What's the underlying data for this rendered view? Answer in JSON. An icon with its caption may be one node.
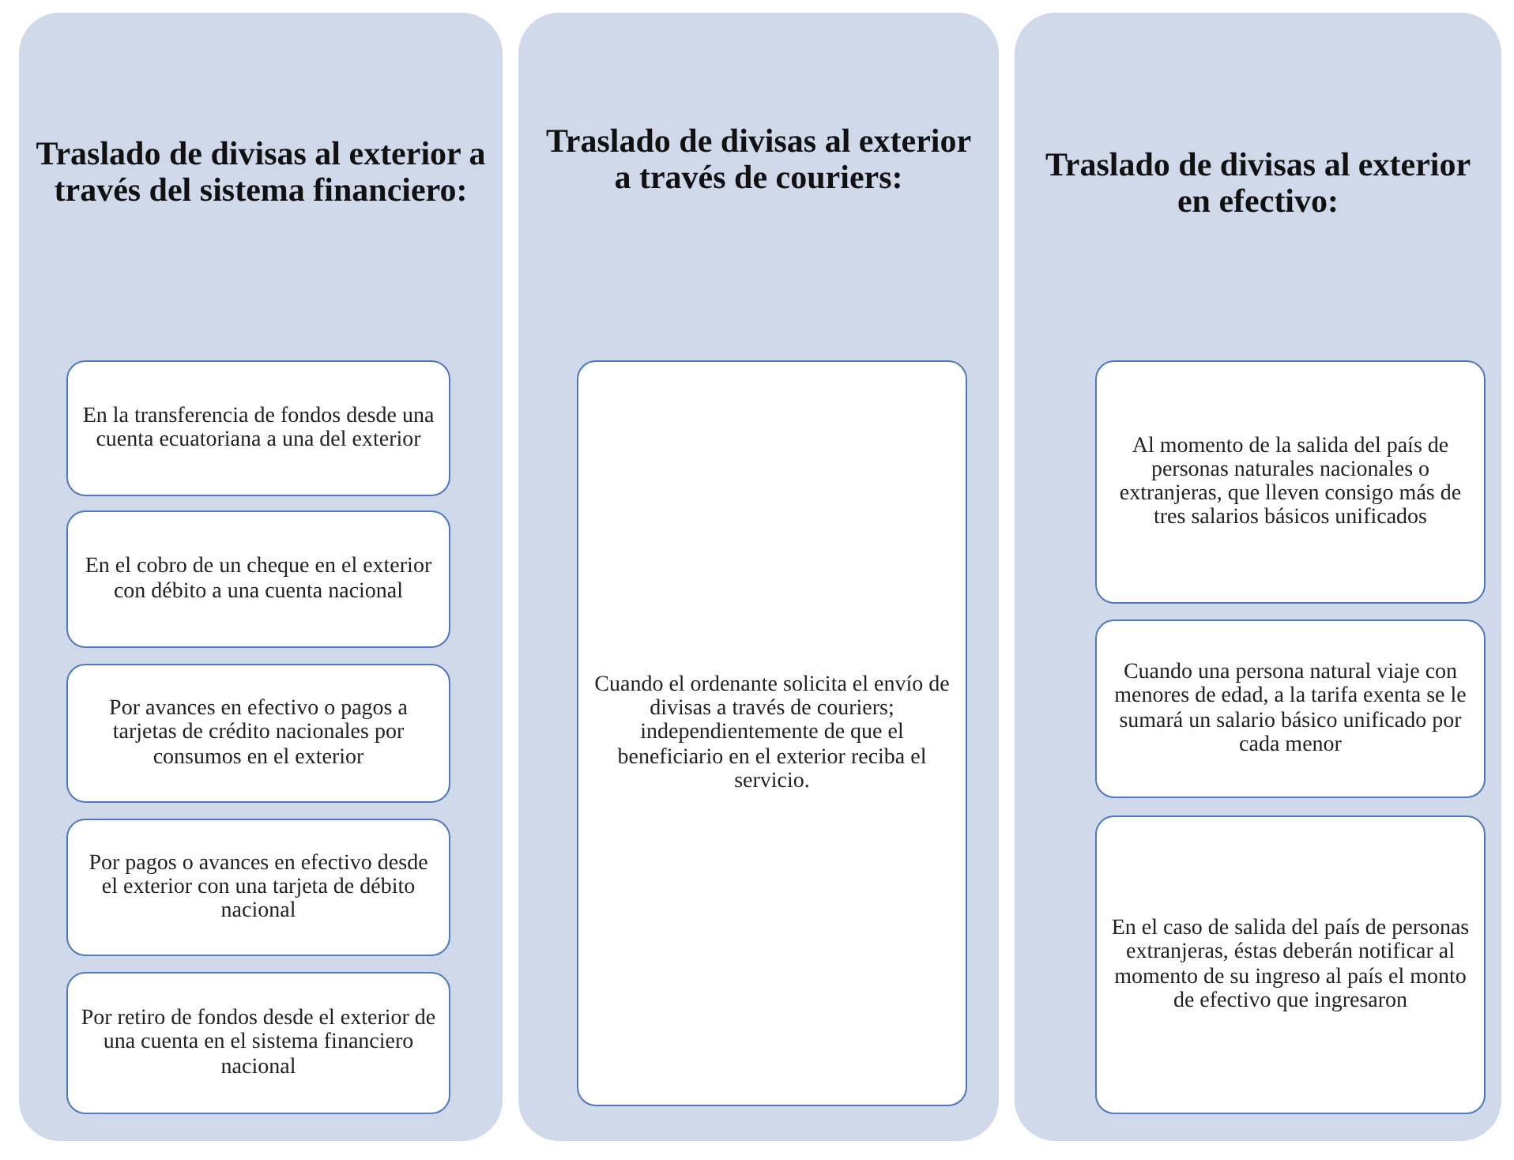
{
  "diagram": {
    "nodes": [
      {
        "text": [
          "Traslado de divisas al exterior a través del sistema financiero:"
        ]
      },
      {
        "text": [
          "En la transferencia de fondos desde una cuenta ecuatoriana a una del exterior"
        ],
        "in": 0
      },
      {
        "text": [
          "En el cobro de un cheque en el exterior con débito a una cuenta nacional"
        ],
        "in": 0
      },
      {
        "text": [
          "Por avances en efectivo o pagos a tarjetas de crédito nacionales por consumos en el exterior"
        ],
        "in": 0
      },
      {
        "text": [
          "Por pagos o avances en efectivo desde el exterior con una tarjeta de débito nacional"
        ],
        "in": 0
      },
      {
        "text": [
          "Por retiro de fondos desde el exterior de una cuenta en el sistema financiero nacional"
        ],
        "in": 0
      },
      {
        "text": [
          "Traslado de divisas al exterior a través de couriers:"
        ]
      },
      {
        "text": [
          "Cuando el ordenante solicita el envío de divisas a través de couriers; independientemente de que el beneficiario en el exterior reciba el servicio."
        ],
        "in": 6
      },
      {
        "text": [
          "Traslado de divisas al exterior en efectivo:"
        ]
      },
      {
        "text": [
          "Al momento de la salida del país de personas naturales nacionales o extranjeras, que lleven consigo más de tres salarios básicos unificados"
        ],
        "in": 8
      },
      {
        "text": [
          "Cuando una persona natural viaje con menores de edad, a la tarifa exenta se le sumará un salario básico unificado por cada menor"
        ],
        "in": 8
      },
      {
        "text": [
          "En el caso de salida del país de personas extranjeras, éstas deberán notificar al momento de su ingreso al país el monto de efectivo que ingresaron"
        ],
        "in": 8
      }
    ]
  }
}
